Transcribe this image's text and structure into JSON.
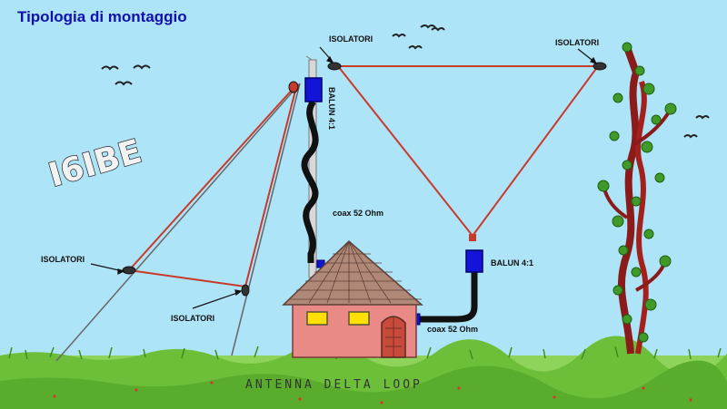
{
  "title": "Tipologia di montaggio",
  "callsign": "I6IBE",
  "labels": {
    "isolatori_top_center": "ISOLATORI",
    "isolatori_top_right": "ISOLATORI",
    "isolatori_left": "ISOLATORI",
    "isolatori_bottom": "ISOLATORI",
    "balun_mast": "BALUN 4:1",
    "balun_feed": "BALUN 4:1",
    "coax_mast": "coax 52 Ohm",
    "coax_house": "coax 52 Ohm"
  },
  "caption": "ANTENNA DELTA LOOP",
  "colors": {
    "sky": "#aee4f8",
    "title": "#1010b0",
    "wire": "#c83a2a",
    "balun": "#1414d8",
    "grass": "#6dbf3a",
    "house_wall": "#e98a86",
    "roof": "#b08878"
  }
}
